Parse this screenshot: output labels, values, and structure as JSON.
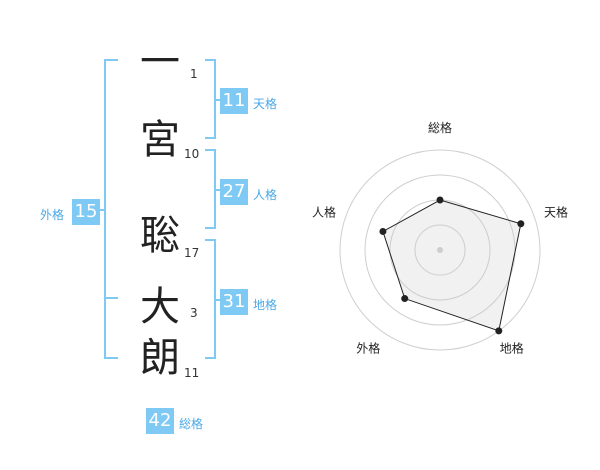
{
  "name": {
    "chars": [
      {
        "char": "一",
        "strokes": "1"
      },
      {
        "char": "宮",
        "strokes": "10"
      },
      {
        "char": "聡",
        "strokes": "17"
      },
      {
        "char": "大",
        "strokes": "3"
      },
      {
        "char": "朗",
        "strokes": "11"
      }
    ]
  },
  "fortunes": {
    "tenkaku": {
      "value": "11",
      "label": "天格"
    },
    "jinkaku": {
      "value": "27",
      "label": "人格"
    },
    "chikaku": {
      "value": "31",
      "label": "地格"
    },
    "gaikaku": {
      "value": "15",
      "label": "外格"
    },
    "soukaku": {
      "value": "42",
      "label": "総格"
    }
  },
  "colors": {
    "accent": "#7fc9f5",
    "bracket": "#7fc9f5",
    "label": "#4aa8e8"
  },
  "chart_data": {
    "type": "radar",
    "axes": [
      "総格",
      "天格",
      "地格",
      "外格",
      "人格"
    ],
    "values": [
      0.5,
      0.85,
      1.0,
      0.6,
      0.6
    ],
    "rings": 4
  }
}
